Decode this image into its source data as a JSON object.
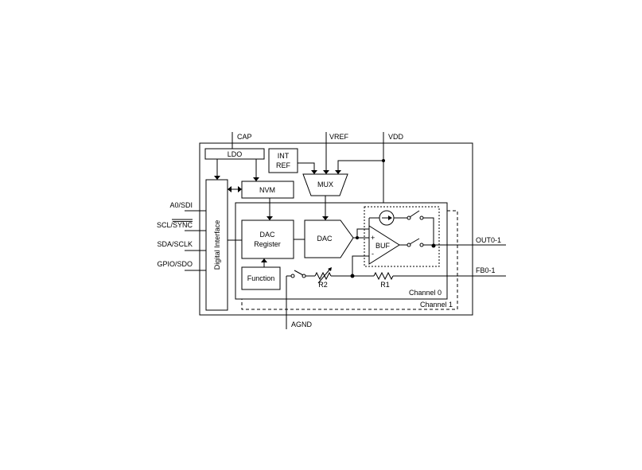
{
  "pins": {
    "cap": "CAP",
    "vref": "VREF",
    "vdd": "VDD",
    "a0_sdi": "A0/SDI",
    "scl_sync_prefix": "SCL/",
    "scl_sync_bar": "SYNC",
    "sda_sclk": "SDA/SCLK",
    "gpio_sdo": "GPIO/SDO",
    "agnd": "AGND",
    "out": "OUT0-1",
    "fb": "FB0-1"
  },
  "blocks": {
    "ldo": "LDO",
    "int_ref_line1": "INT",
    "int_ref_line2": "REF",
    "mux": "MUX",
    "nvm": "NVM",
    "digital_interface": "Digital Interface",
    "dac_register_line1": "DAC",
    "dac_register_line2": "Register",
    "dac": "DAC",
    "buf": "BUF",
    "function": "Function",
    "r1": "R1",
    "r2": "R2",
    "channel0": "Channel 0",
    "channel1": "Channel 1",
    "plus": "+",
    "minus": "-"
  }
}
